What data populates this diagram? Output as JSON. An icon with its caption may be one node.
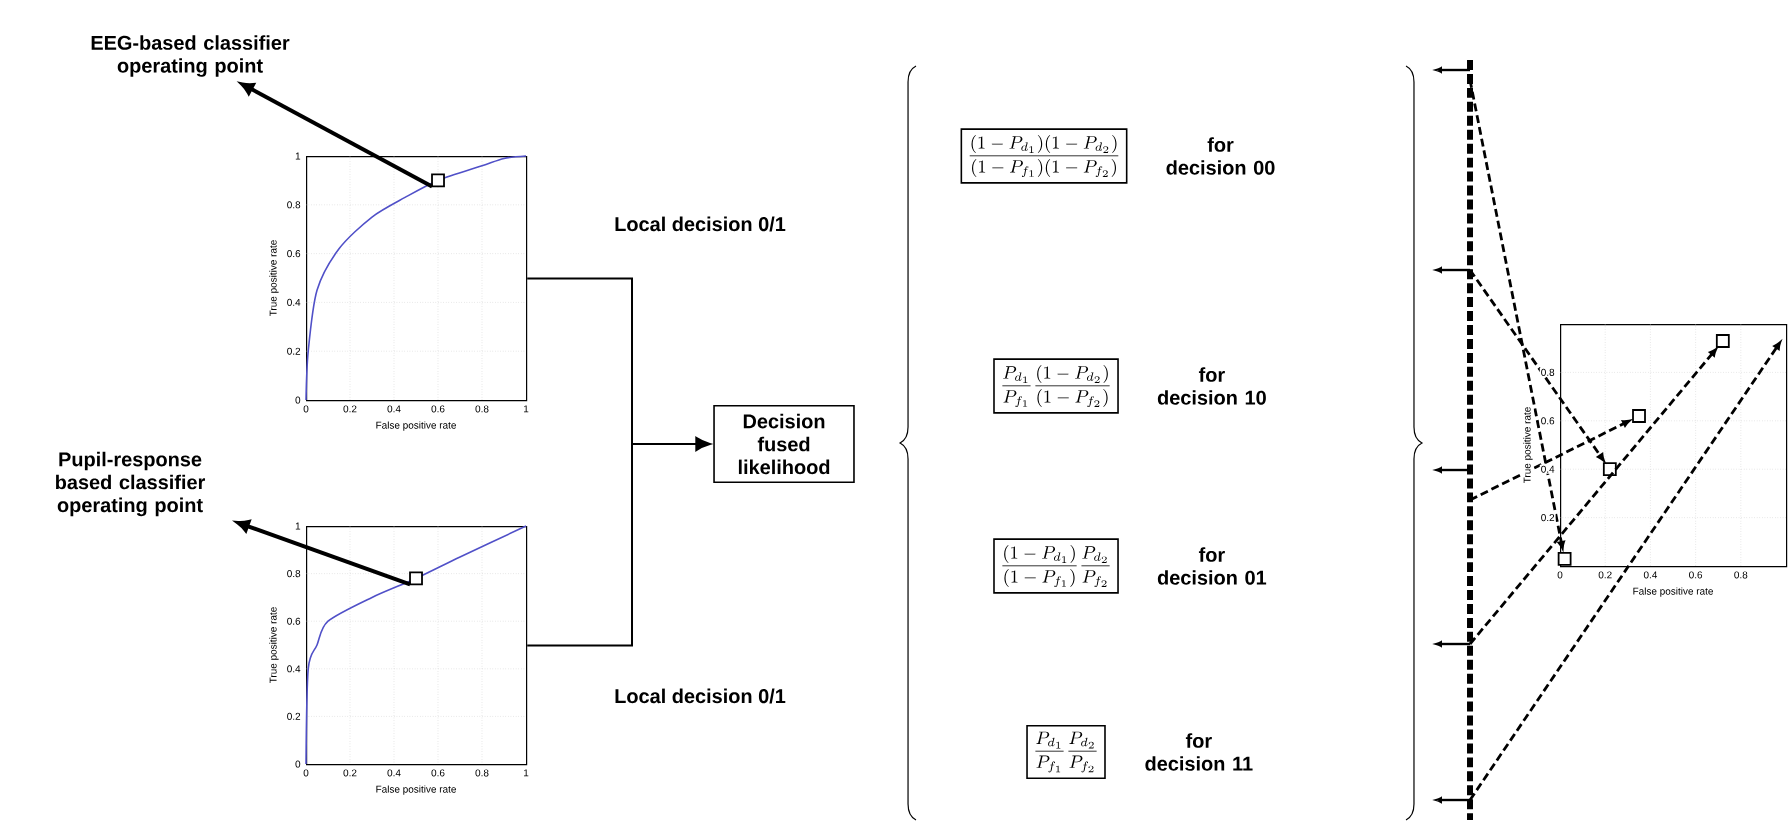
{
  "diagram": {
    "nodes": [
      {
        "text": [
          "EEG-based classifier operating point"
        ]
      },
      {
        "text": [],
        "shape": "picture"
      },
      {
        "text": [
          "Pupil-response based classifier operating point"
        ]
      },
      {
        "text": [],
        "shape": "picture"
      },
      {
        "text": [
          "Decision fused likelihood"
        ]
      },
      {
        "text": [
          "\\frac{(1-P_{d_1})(1-P_{d_2})}{(1-P_{f_1})(1-P_{f_2})}"
        ],
        "beside": [
          "for decision 00"
        ]
      },
      {
        "text": [
          "\\frac{P_{d_1}}{P_{f_1}}\\frac{(1-P_{d_2})}{(1-P_{f_2})}"
        ],
        "beside": [
          "for decision 10"
        ]
      },
      {
        "text": [
          "\\frac{(1-P_{d_1})}{(1-P_{f_1})}\\frac{P_{d_2}}{P_{f_2}}"
        ],
        "beside": [
          "for decision 01"
        ]
      },
      {
        "text": [
          "\\frac{P_{d_1}}{P_{f_1}}\\frac{P_{d_2}}{P_{f_2}}"
        ],
        "beside": [
          "for decision 11"
        ]
      },
      {
        "text": [],
        "shape": "picture"
      }
    ],
    "edges": [
      {
        "from": 1,
        "to": 0,
        "arrow": "to"
      },
      {
        "from": 3,
        "to": 2,
        "arrow": "to"
      },
      {
        "from": 1,
        "to": 4,
        "arrow": "to",
        "label": "Local decision 0/1"
      },
      {
        "from": 3,
        "to": 4,
        "arrow": "to",
        "label": "Local decision 0/1"
      }
    ],
    "labels": [
      "0",
      "0.2",
      "0.4",
      "0.6",
      "0.8",
      "1",
      "0",
      "0.2",
      "0.4",
      "0.6",
      "0.8",
      "1",
      "False positive rate",
      "True positive rate",
      "0",
      "0.2",
      "0.4",
      "0.6",
      "0.8",
      "1",
      "0",
      "0.2",
      "0.4",
      "0.6",
      "0.8",
      "1",
      "False positive rate",
      "True positive rate",
      "0",
      "0.2",
      "0.4",
      "0.6",
      "0.8",
      "0.2",
      "0.4",
      "0.6",
      "0.8",
      "False positive rate",
      "True positive rate"
    ]
  }
}
